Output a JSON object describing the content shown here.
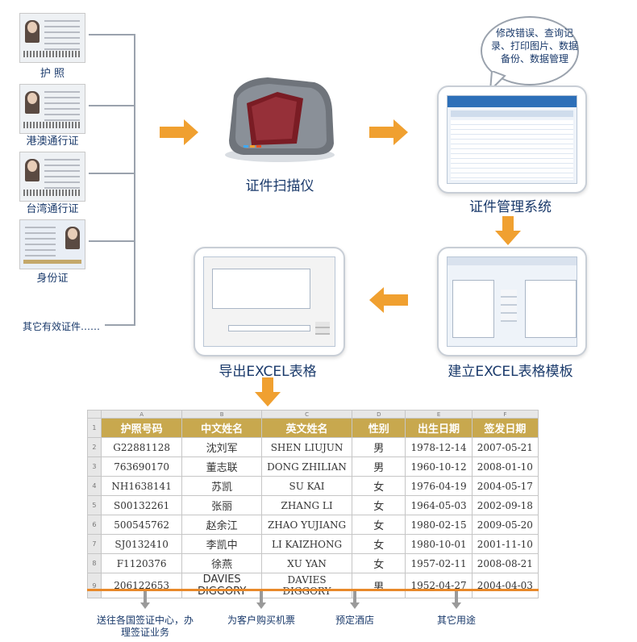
{
  "documents": [
    {
      "label": "护  照"
    },
    {
      "label": "港澳通行证"
    },
    {
      "label": "台湾通行证"
    },
    {
      "label": "身份证"
    }
  ],
  "other_docs": "其它有效证件……",
  "flow": {
    "scanner": "证件扫描仪",
    "system": "证件管理系统",
    "template": "建立EXCEL表格模板",
    "export": "导出EXCEL表格"
  },
  "bubble": "修改错误、查询记录、打印图片、数据备份、数据管理",
  "sheet": {
    "col_letters": [
      "A",
      "B",
      "C",
      "D",
      "E",
      "F"
    ],
    "headers": [
      "护照号码",
      "中文姓名",
      "英文姓名",
      "性别",
      "出生日期",
      "签发日期"
    ],
    "rows": [
      {
        "num": "2",
        "cells": [
          "G22881128",
          "沈刘军",
          "SHEN  LIUJUN",
          "男",
          "1978-12-14",
          "2007-05-21"
        ]
      },
      {
        "num": "3",
        "cells": [
          "763690170",
          "董志联",
          "DONG ZHILIAN",
          "男",
          "1960-10-12",
          "2008-01-10"
        ]
      },
      {
        "num": "4",
        "cells": [
          "NH1638141",
          "苏凯",
          "SU KAI",
          "女",
          "1976-04-19",
          "2004-05-17"
        ]
      },
      {
        "num": "5",
        "cells": [
          "S00132261",
          "张丽",
          "ZHANG LI",
          "女",
          "1964-05-03",
          "2002-09-18"
        ]
      },
      {
        "num": "6",
        "cells": [
          "500545762",
          "赵余江",
          "ZHAO YUJIANG",
          "女",
          "1980-02-15",
          "2009-05-20"
        ]
      },
      {
        "num": "7",
        "cells": [
          "SJ0132410",
          "李凯中",
          "LI KAIZHONG",
          "女",
          "1980-10-01",
          "2001-11-10"
        ]
      },
      {
        "num": "8",
        "cells": [
          "F1120376",
          "徐燕",
          "XU YAN",
          "女",
          "1957-02-11",
          "2008-08-21"
        ]
      },
      {
        "num": "9",
        "cells": [
          "206122653",
          "DAVIES DIGGORY",
          "DAVIES DIGGORY",
          "男",
          "1952-04-27",
          "2004-04-03"
        ]
      }
    ],
    "header_row_num": "1"
  },
  "uses": [
    "送往各国签证中心，办理签证业务",
    "为客户购买机票",
    "预定酒店",
    "其它用途"
  ],
  "colors": {
    "accent": "#f0a030",
    "header": "#c8a84e",
    "text": "#1a3a6b"
  }
}
